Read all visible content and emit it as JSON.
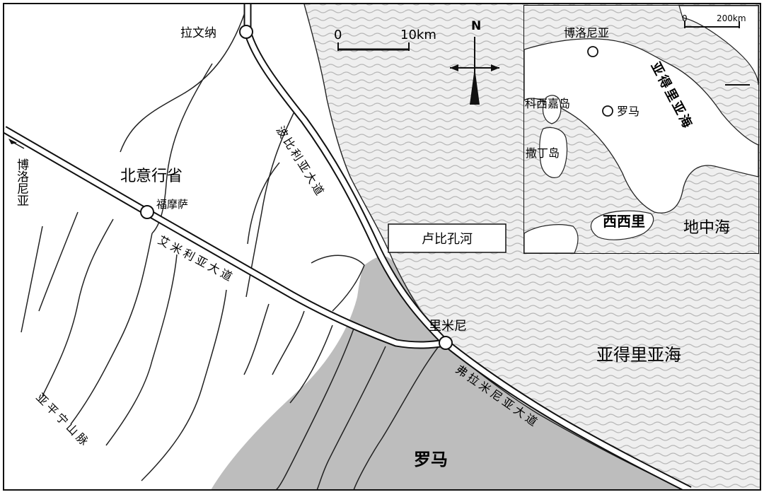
{
  "map": {
    "cities": {
      "ravenna": "拉文纳",
      "forum_popili": "福摩萨",
      "rimini": "里米尼"
    },
    "regions": {
      "north_province": "北意行省",
      "rome": "罗马",
      "apennines": "亚平宁山脉"
    },
    "seas": {
      "adriatic": "亚得里亚海"
    },
    "rivers": {
      "rubicon": "卢比孔河"
    },
    "roads": {
      "popilia": "波比利亚大道",
      "aemilia": "艾米利亚大道",
      "flaminia": "弗拉米尼亚大道"
    },
    "arrow_direction": {
      "bologna_vertical": "博洛尼亚"
    },
    "scale": {
      "start": "0",
      "end": "10km"
    },
    "north_label": "N"
  },
  "inset": {
    "scale": {
      "start": "0",
      "end": "200km"
    },
    "labels": {
      "bologna": "博洛尼亚",
      "corsica": "科西嘉岛",
      "rome": "罗马",
      "sardinia": "撒丁岛",
      "sicily": "西西里",
      "mediterranean": "地中海",
      "adriatic": "亚得里亚海"
    }
  },
  "colors": {
    "sea_wave": "#c9c9c9",
    "land_rome": "#bdbdbd",
    "outline": "#111111"
  }
}
